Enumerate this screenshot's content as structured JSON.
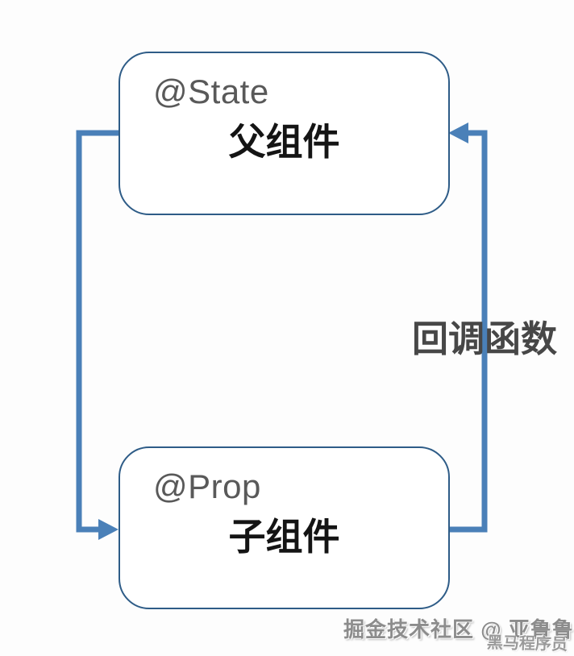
{
  "diagram": {
    "parent": {
      "decorator": "@State",
      "title": "父组件"
    },
    "child": {
      "decorator": "@Prop",
      "title": "子组件"
    },
    "callback_label": "回调函数"
  },
  "watermarks": {
    "juejin": "掘金技术社区 @ 亚鲁鲁",
    "heima": "黑马程序员"
  },
  "colors": {
    "connector": "#4a80b8",
    "box_border": "#2e5c87",
    "decorator_text": "#595959",
    "title_text": "#141414",
    "callback_text": "#474747",
    "watermark_text": "#8c8c8c",
    "watermark_sub_text": "#9a9a9a",
    "background": "#fdfdfd"
  }
}
